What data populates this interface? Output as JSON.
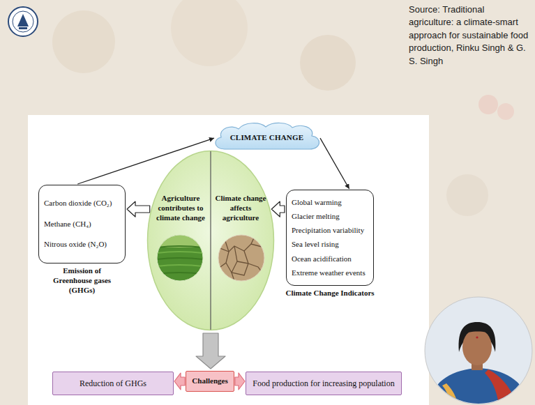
{
  "diagram": {
    "nodes": [
      {
        "text": [
          "CLIMATE CHANGE"
        ]
      },
      {
        "text": [
          "Carbon dioxide (CO₂)",
          "Methane (CH₄)",
          "Nitrous oxide (N₂O)",
          "Emission of Greenhouse gases (GHGs)"
        ]
      },
      {
        "text": []
      },
      {
        "text": [
          "Agriculture contributes to climate change"
        ],
        "in": 2
      },
      {
        "text": [
          "Climate change affects agriculture"
        ],
        "in": 2
      },
      {
        "text": [
          "Global warming",
          "Glacier melting",
          "Precipitation variability",
          "Sea level rising",
          "Ocean acidification",
          "Extreme weather events",
          "Climate Change Indicators"
        ]
      },
      {
        "text": [
          "Challenges"
        ]
      },
      {
        "text": [
          "Reduction of GHGs"
        ]
      },
      {
        "text": [
          "Food production for increasing population"
        ]
      }
    ],
    "edges": [
      {
        "from": 1,
        "to": 0,
        "arrow": "to"
      },
      {
        "from": 0,
        "to": 5,
        "arrow": "to"
      },
      {
        "from": 3,
        "to": 1,
        "arrow": "to"
      },
      {
        "from": 5,
        "to": 4,
        "arrow": "to"
      },
      {
        "from": 2,
        "to": 6,
        "arrow": "to"
      },
      {
        "from": 6,
        "to": 7,
        "arrow": "to"
      },
      {
        "from": 6,
        "to": 8,
        "arrow": "to"
      }
    ],
    "labels": [
      "Source: Traditional agriculture: a climate-smart approach for sustainable food production, Rinku Singh & G. S. Singh"
    ]
  }
}
